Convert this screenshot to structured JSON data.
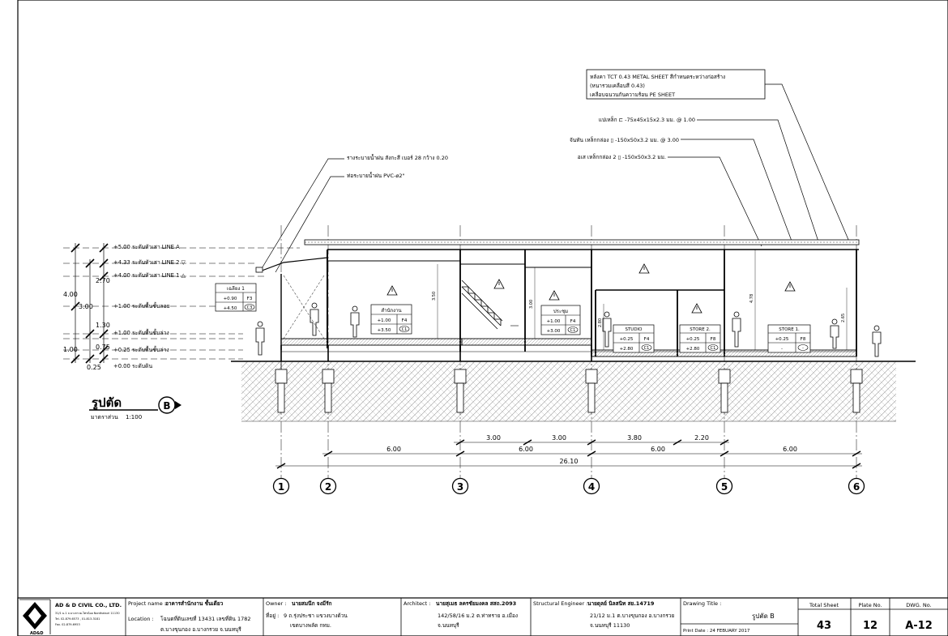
{
  "roof_notes": {
    "line1": "หลังคา TCT 0.43 METAL SHEET สีกำหนดระหว่างก่อสร้าง",
    "line2": "(หนารวมเคลือบสี 0.43)",
    "line3": "เคลือบฉนวนกันความร้อน PE SHEET",
    "purlin": "แปเหล็ก ⊏ -75x45x15x2.3 มม. @ 1.00",
    "rafter": "จันทัน เหล็กกล่อง ▯ -150x50x3.2 มม. @ 3.00",
    "tie_beam": "อเส เหล็กกล่อง 2 ▯ -150x50x3.2 มม.",
    "gutter": "รางระบายน้ำฝน สังกะสี เบอร์ 28 กว้าง 0.20",
    "pipe": "ท่อระบายน้ำฝน PVC-ø2\""
  },
  "levels": [
    {
      "value": "+5.00",
      "label": "ระดับหัวเสา LINE A"
    },
    {
      "value": "+4.33",
      "label": "ระดับหัวเสา LINE 2 ▽"
    },
    {
      "value": "+4.00",
      "label": "ระดับหัวเสา LINE 1 △"
    },
    {
      "value": "+1.00",
      "label": "ระดับพื้นชั้นลอย"
    },
    {
      "value": "+1.00",
      "label": "ระดับพื้นชั้นล่าง"
    },
    {
      "value": "+0.25",
      "label": "ระดับพื้นชั้นล่าง"
    },
    {
      "value": "+0.00",
      "label": "ระดับดิน"
    }
  ],
  "left_dims": [
    "4.00",
    "3.00",
    "2.70",
    "1.30",
    "1.00",
    "0.75",
    "0.25"
  ],
  "rooms": [
    {
      "name": "เฉลียง 1",
      "r1a": "+0.90",
      "r1b": "F3",
      "r2a": "+4.50",
      "r2b": "C3"
    },
    {
      "name": "สำนักงาน",
      "r1a": "+1.00",
      "r1b": "F4",
      "r2a": "+3.50",
      "r2b": "C1"
    },
    {
      "name": "ประชุม",
      "r1a": "+1.00",
      "r1b": "F4",
      "r2a": "+3.00",
      "r2b": "C1"
    },
    {
      "name": "STUDIO",
      "r1a": "+0.25",
      "r1b": "F4",
      "r2a": "+2.80",
      "r2b": "C1"
    },
    {
      "name": "STORE 2.",
      "r1a": "+0.25",
      "r1b": "F8",
      "r2a": "+2.80",
      "r2b": "C1"
    },
    {
      "name": "STORE 1.",
      "r1a": "+0.25",
      "r1b": "F8",
      "r2a": "-",
      "r2b": "-"
    }
  ],
  "inner_dims": [
    "3.50",
    "3.00",
    "2.80",
    "4.78",
    "2.65"
  ],
  "bottom_dims": {
    "row1": [
      "3.00",
      "3.00",
      "3.80",
      "2.20"
    ],
    "row2": [
      "6.00",
      "6.00",
      "6.00",
      "6.00"
    ],
    "total": "26.10"
  },
  "grid_labels": [
    "1",
    "2",
    "3",
    "4",
    "5",
    "6"
  ],
  "section_title": "รูปตัด",
  "section_scale_label": "มาตราส่วน",
  "section_scale": "1:100",
  "section_marker": "B",
  "title_block": {
    "company": "AD & D CIVIL CO., LTD.",
    "company_address": "31/1 ม.1 ถ.บางกรวย-ไทรน้อย Nonthaburi 11130",
    "company_tel": "Tel. 02-879-6573 , 01-813-3181",
    "company_fax": "Fax. 02-879-6953",
    "logo_text": "AD&D",
    "project_label": "Project name :",
    "project_name": "อาคารสำนักงาน ชั้นเดียว",
    "location_label": "Location :",
    "location_1": "โฉนดที่ดินเลขที่ 13431 เลขที่ดิน 1782",
    "location_2": "ต.บางขุนกอง อ.บางกรวย จ.นนทบุรี",
    "owner_label": "Owner :",
    "owner_name": "นายสมนึก จงมีรัก",
    "address_label": "ที่อยู่ :",
    "owner_address_1": "9 ถ.รุ่งประชา แขวงบางด้วน",
    "owner_address_2": "เขตบางพลัด กทม.",
    "architect_label": "Architect :",
    "architect_name": "นายสุเมธ ลครชัยมงคล สสถ.2093",
    "architect_addr_1": "142/58/16 ม.2 ต.ท่าทราย อ.เมือง",
    "architect_addr_2": "จ.นนทบุรี",
    "structural_label": "Structural Engineer :",
    "structural_name": "นายดุลย์ นิลสนิท สย.14719",
    "structural_addr_1": "21/12 ม.1 ต.บางขุนกอง อ.บางกรวย",
    "structural_addr_2": "จ.นนทบุรี 11130",
    "drawing_title_label": "Drawing Title :",
    "drawing_title": "รูปตัด B",
    "print_date": "Print Date : 24 FEBUARY 2017",
    "total_sheet_label": "Total Sheet",
    "total_sheet": "43",
    "plate_label": "Plate No.",
    "plate_no": "12",
    "dwg_label": "DWG. No.",
    "dwg_no": "A-12"
  },
  "colors": {
    "ink": "#000000",
    "hatch": "#9a9a9a",
    "paper": "#ffffff"
  }
}
